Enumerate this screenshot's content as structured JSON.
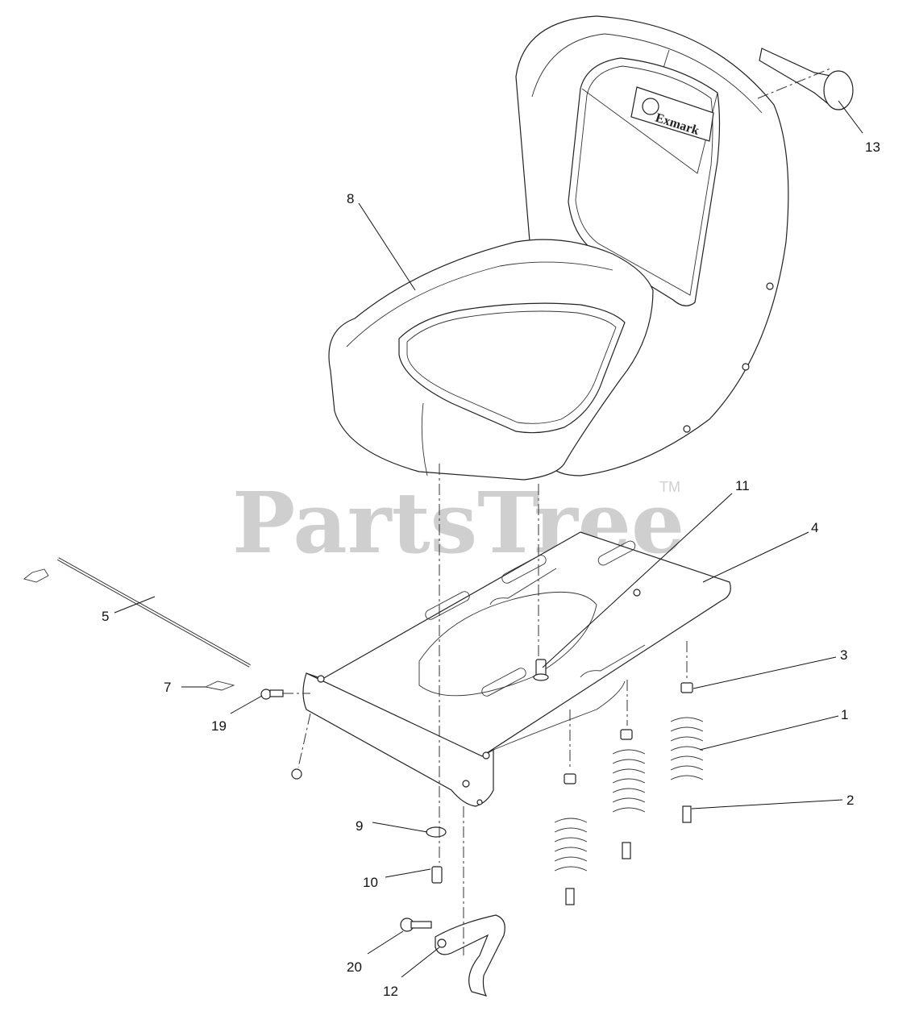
{
  "watermark": {
    "text": "PartsTree",
    "tm": "TM"
  },
  "logo": {
    "text": "Exmark"
  },
  "callouts": {
    "c1": "1",
    "c2": "2",
    "c3": "3",
    "c4": "4",
    "c5": "5",
    "c7": "7",
    "c8": "8",
    "c9": "9",
    "c10": "10",
    "c11": "11",
    "c12": "12",
    "c13": "13",
    "c19": "19",
    "c20": "20"
  }
}
